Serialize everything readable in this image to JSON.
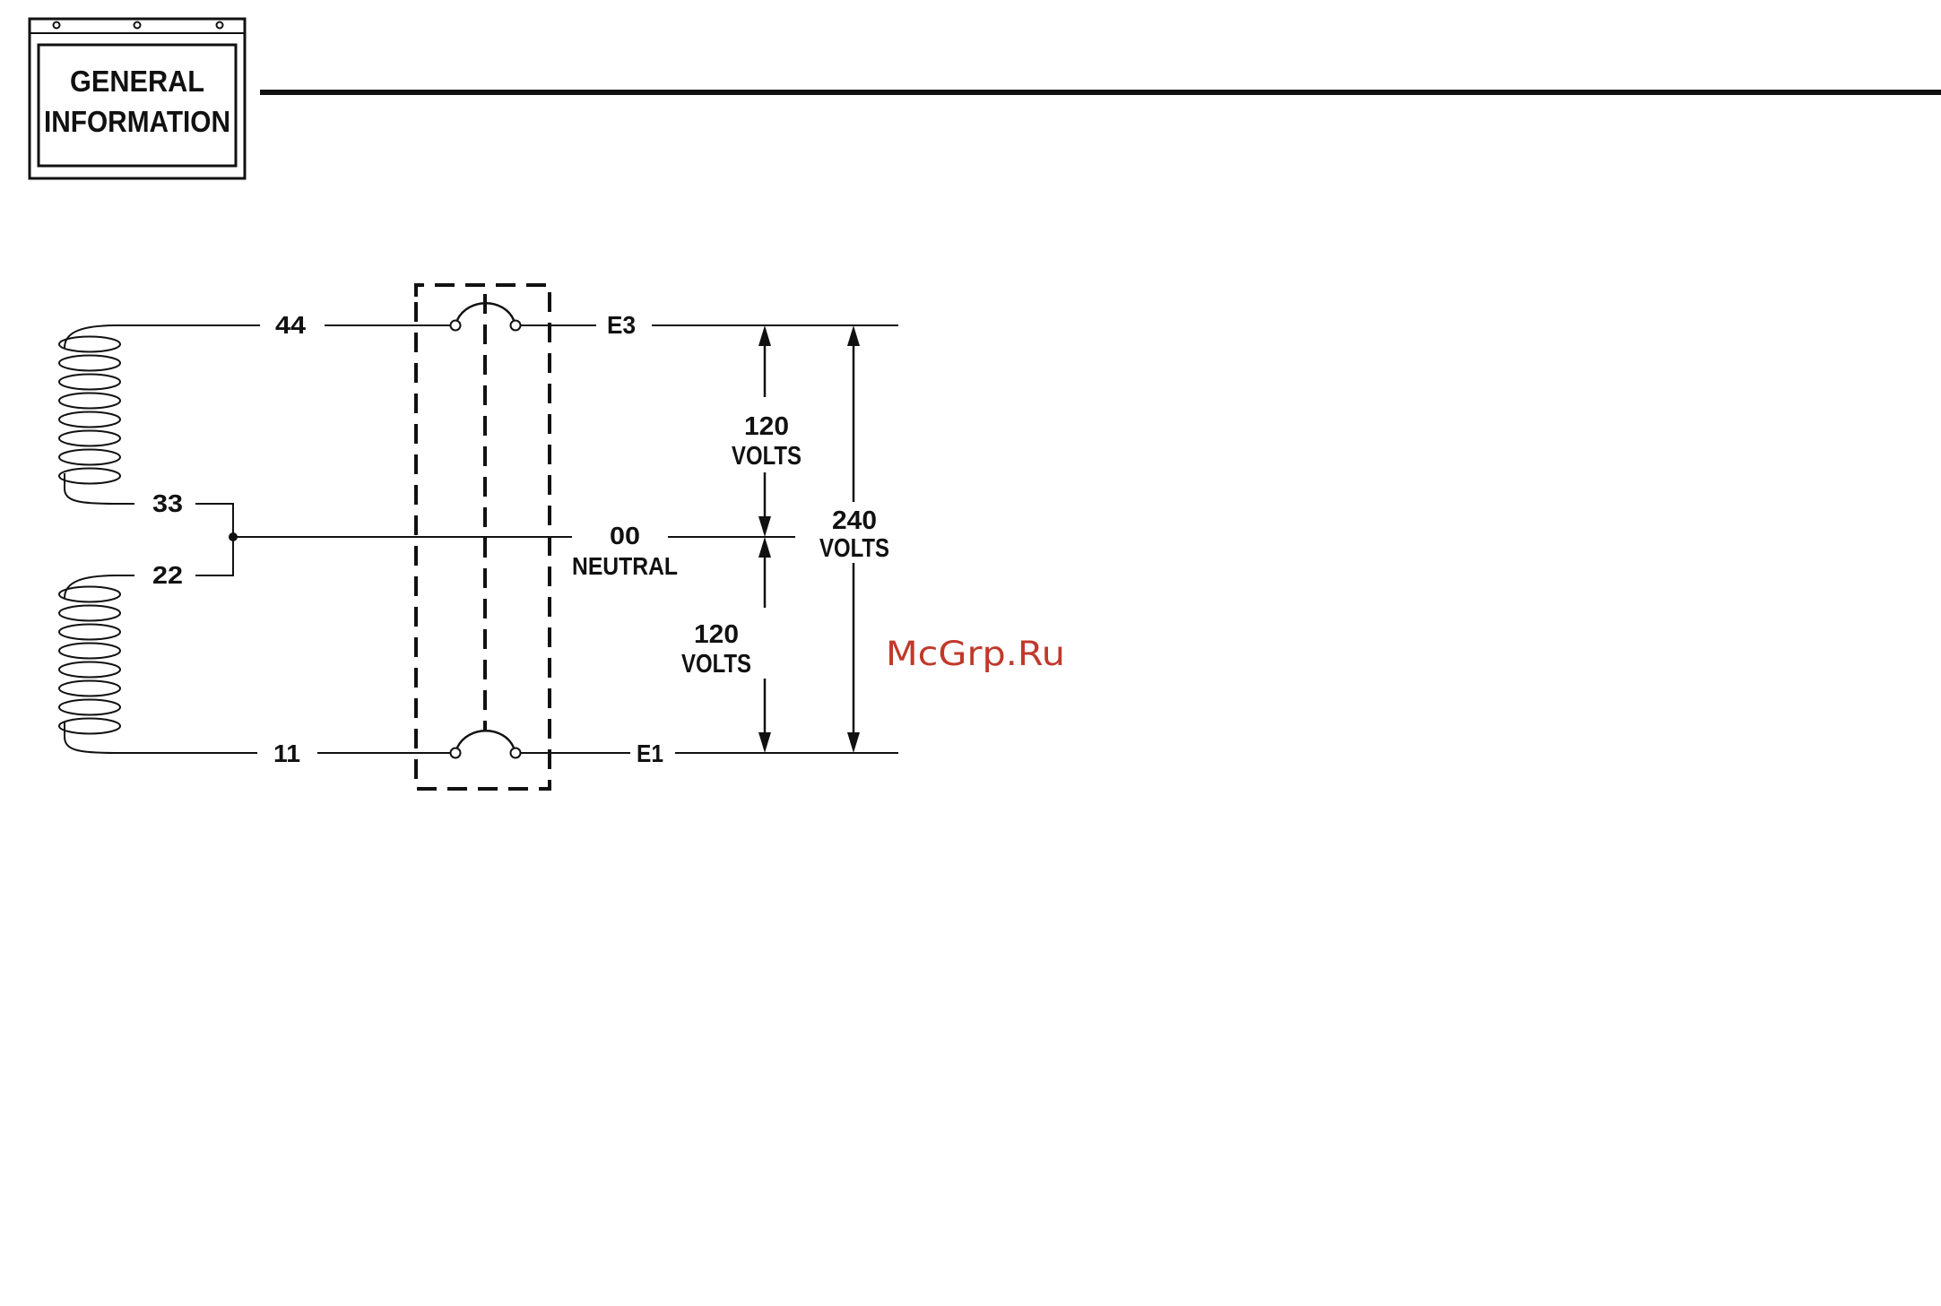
{
  "header": {
    "badge_line1": "GENERAL",
    "badge_line2": "INFORMATION"
  },
  "diagram": {
    "lead_44": "44",
    "lead_33": "33",
    "lead_22": "22",
    "lead_11": "11",
    "terminal_e3": "E3",
    "terminal_e1": "E1",
    "neutral_number": "00",
    "neutral_label": "NEUTRAL",
    "upper_voltage_value": "120",
    "upper_voltage_unit": "VOLTS",
    "lower_voltage_value": "120",
    "lower_voltage_unit": "VOLTS",
    "total_voltage_value": "240",
    "total_voltage_unit": "VOLTS"
  },
  "watermark": "McGrp.Ru",
  "colors": {
    "ink": "#111111",
    "watermark": "#c0392b",
    "background": "#ffffff"
  }
}
